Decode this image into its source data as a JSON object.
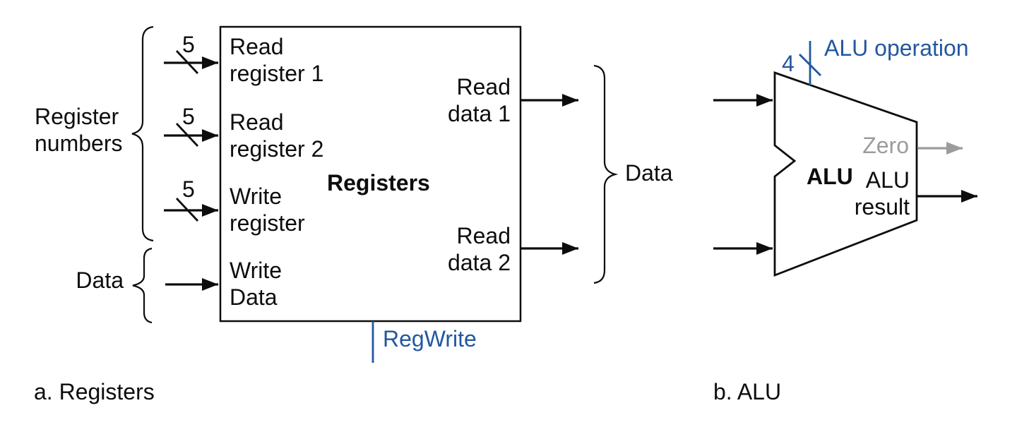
{
  "colors": {
    "accent": "#2257a0",
    "muted": "#9c9c9c",
    "ink": "#0d0d0d"
  },
  "figure": {
    "panel_a": {
      "caption": "a. Registers",
      "title": "Registers",
      "input_group_label": "Register\nnumbers",
      "write_data_group_label": "Data",
      "inputs": [
        {
          "label": "Read\nregister 1",
          "bus_width": "5"
        },
        {
          "label": "Read\nregister 2",
          "bus_width": "5"
        },
        {
          "label": "Write\nregister",
          "bus_width": "5"
        },
        {
          "label": "Write\nData"
        }
      ],
      "outputs": [
        {
          "label": "Read\ndata 1"
        },
        {
          "label": "Read\ndata 2"
        }
      ],
      "output_group_label": "Data",
      "control_signal": "RegWrite"
    },
    "panel_b": {
      "caption": "b. ALU",
      "title": "ALU",
      "control_signal": "ALU operation",
      "control_bus_width": "4",
      "outputs": [
        {
          "label": "Zero"
        },
        {
          "label": "ALU\nresult"
        }
      ]
    }
  }
}
